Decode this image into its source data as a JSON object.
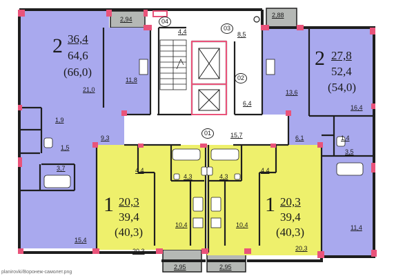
{
  "apartments": {
    "left_2room": {
      "rooms": "2",
      "living": "36,4",
      "total": "64,6",
      "total_with_balcony": "(66,0)"
    },
    "right_2room": {
      "rooms": "2",
      "living": "27,8",
      "total": "52,4",
      "total_with_balcony": "(54,0)"
    },
    "left_1room": {
      "rooms": "1",
      "living": "20,3",
      "total": "39,4",
      "total_with_balcony": "(40,3)"
    },
    "right_1room": {
      "rooms": "1",
      "living": "20,3",
      "total": "39,4",
      "total_with_balcony": "(40,3)"
    }
  },
  "room_areas": {
    "a_2_94": "2,94",
    "a_2_88": "2,88",
    "a_21_0": "21,0",
    "a_11_8": "11,8",
    "a_1_9": "1,9",
    "a_1_5": "1,5",
    "a_9_3": "9,3",
    "a_3_7": "3,7",
    "a_15_4": "15,4",
    "a_20_3_left": "20,3",
    "a_4_4_left": "4,4",
    "a_4_3_left": "4,3",
    "a_10_4_left": "10,4",
    "a_4_3_right": "4,3",
    "a_4_4_right": "4,4",
    "a_10_4_right": "10,4",
    "a_20_3_right": "20,3",
    "a_13_6": "13,6",
    "a_16_4": "16,4",
    "a_6_1": "6,1",
    "a_1_4": "1,4",
    "a_3_5": "3,5",
    "a_11_4": "11,4",
    "a_4_4_top": "4,4",
    "a_8_5": "8,5",
    "a_6_4": "6,4",
    "a_15_7": "15,7",
    "a_2_95_left": "2,95",
    "a_2_95_right": "2,95"
  },
  "common_rooms": {
    "r01": "01",
    "r02": "02",
    "r03": "03",
    "r04": "04"
  },
  "source_note": "planirovki/Воронеж-самолет.png",
  "colors": {
    "two_room": "#a9a9ee",
    "one_room": "#eef06c",
    "common": "#ffffff",
    "wall": "#1e1e1e",
    "column": "#e9537a",
    "balcony": "#b5b8b5"
  }
}
